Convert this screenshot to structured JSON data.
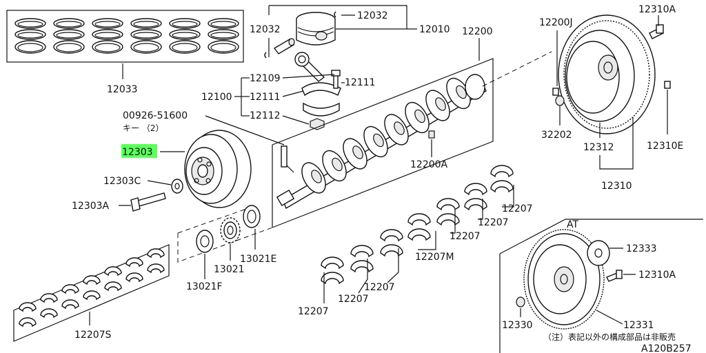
{
  "labels": {
    "p12033": "12033",
    "p12032a": "12032",
    "p12032b": "12032",
    "p12010": "12010",
    "p12200": "12200",
    "p12109": "12109",
    "p12111a": "12111",
    "p12111b": "12111",
    "p12100": "12100",
    "p12112": "12112",
    "p00926": "00926-51600",
    "p_key": "キー （2）",
    "p12303": "12303",
    "p12303c": "12303C",
    "p12303a": "12303A",
    "p12200a": "12200A",
    "p12200j": "12200J",
    "p12310a_top": "12310A",
    "p32202": "32202",
    "p12312": "12312",
    "p12310e": "12310E",
    "p12310": "12310",
    "p12207_1": "12207",
    "p12207_2": "12207",
    "p12207_3": "12207",
    "p12207m": "12207M",
    "p12207_4": "12207",
    "p12207_5": "12207",
    "p12207_6": "12207",
    "p13021": "13021",
    "p13021e": "13021E",
    "p13021f": "13021F",
    "p12207s": "12207S",
    "at": "AT",
    "p12333": "12333",
    "p12310a_bot": "12310A",
    "p12330": "12330",
    "p12331": "12331",
    "note": "（注）表記以外の構成部品は非販売",
    "code": "A120B257"
  },
  "highlight": {
    "part": "12303",
    "color": "#5cff5c"
  }
}
